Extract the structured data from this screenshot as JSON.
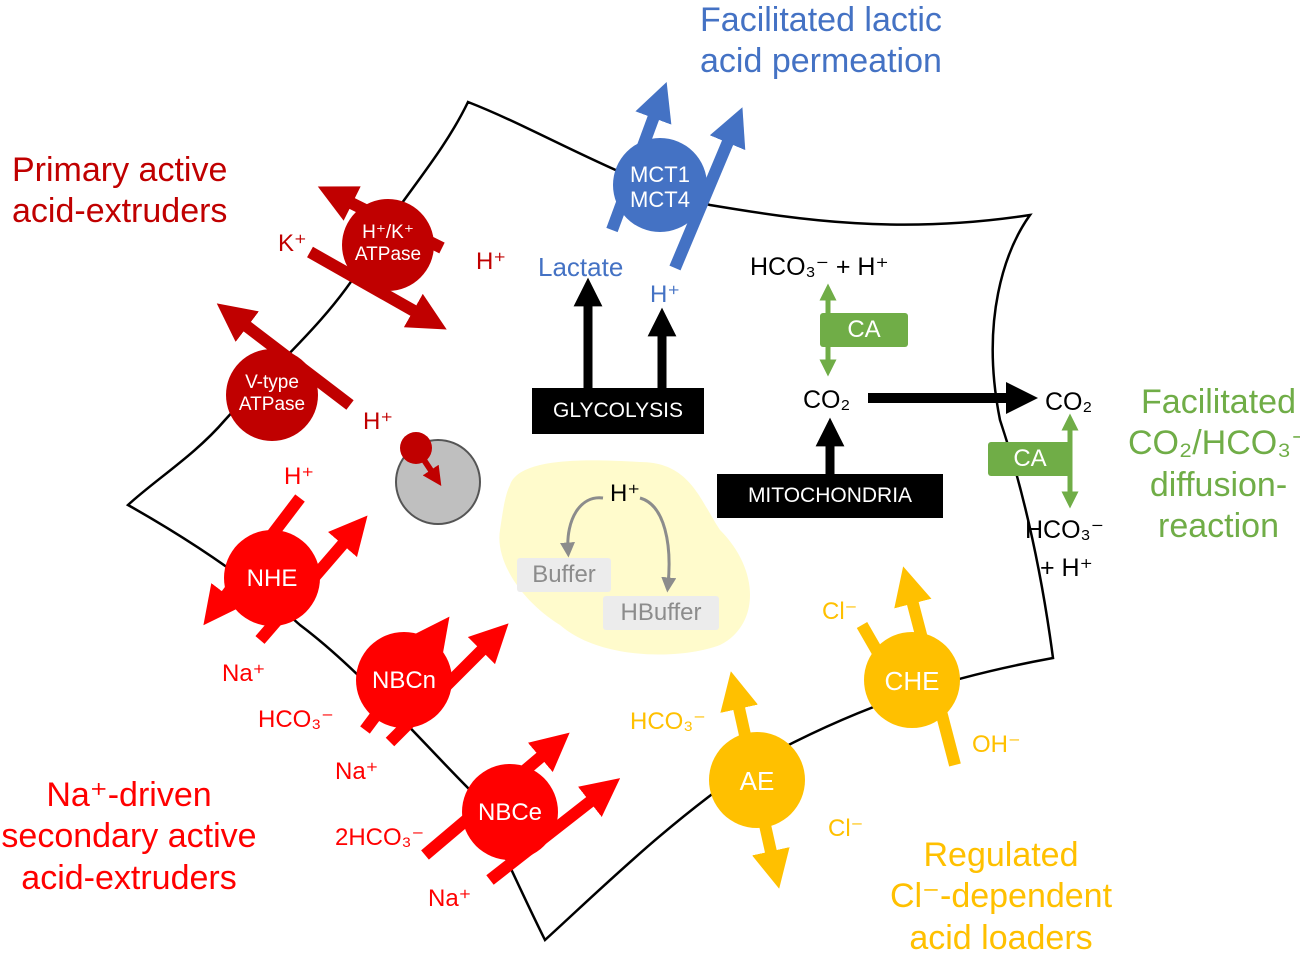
{
  "groups": {
    "primary": [
      "Primary active",
      "acid-extruders"
    ],
    "lactic": [
      "Facilitated lactic",
      "acid permeation"
    ],
    "co2": [
      "Facilitated",
      "CO₂/HCO₃⁻",
      "diffusion-",
      "reaction"
    ],
    "na_driven": [
      "Na⁺-driven",
      "secondary active",
      "acid-extruders"
    ],
    "cl_dependent": [
      "Regulated",
      "Cl⁻-dependent",
      "acid loaders"
    ]
  },
  "transporters": {
    "hk_atpase": [
      "H⁺/K⁺",
      "ATPase"
    ],
    "v_atpase": [
      "V-type",
      "ATPase"
    ],
    "mct": [
      "MCT1",
      "MCT4"
    ],
    "nhe": "NHE",
    "nbcn": "NBCn",
    "nbce": "NBCe",
    "che": "CHE",
    "ae": "AE"
  },
  "ions": {
    "k": "K⁺",
    "h_hk": "H⁺",
    "h_v": "H⁺",
    "h_nhe": "H⁺",
    "na_nhe": "Na⁺",
    "hco3_nbcn": "HCO₃⁻",
    "na_nbcn": "Na⁺",
    "hco3_nbce": "2HCO₃⁻",
    "na_nbce": "Na⁺",
    "lactate": "Lactate",
    "h_mct": "H⁺",
    "hco3_h_inner": "HCO₃⁻ + H⁺",
    "co2_inner": "CO₂",
    "co2_outer": "CO₂",
    "hco3_outer": "HCO₃⁻",
    "h_outer": "+ H⁺",
    "cl_che": "Cl⁻",
    "oh_che": "OH⁻",
    "hco3_ae": "HCO₃⁻",
    "cl_ae": "Cl⁻",
    "h_buffer": "H⁺"
  },
  "boxes": {
    "glycolysis": "GLYCOLYSIS",
    "mitochondria": "MITOCHONDRIA",
    "ca_inner": "CA",
    "ca_outer": "CA",
    "buffer": "Buffer",
    "hbuffer": "HBuffer"
  },
  "colors": {
    "dark_red": "#c00000",
    "red": "#ff0000",
    "blue": "#4472c4",
    "green": "#70ad47",
    "amber": "#ffc000",
    "buffer_bg": "#fffbcc",
    "gray": "#8c8c8c"
  }
}
